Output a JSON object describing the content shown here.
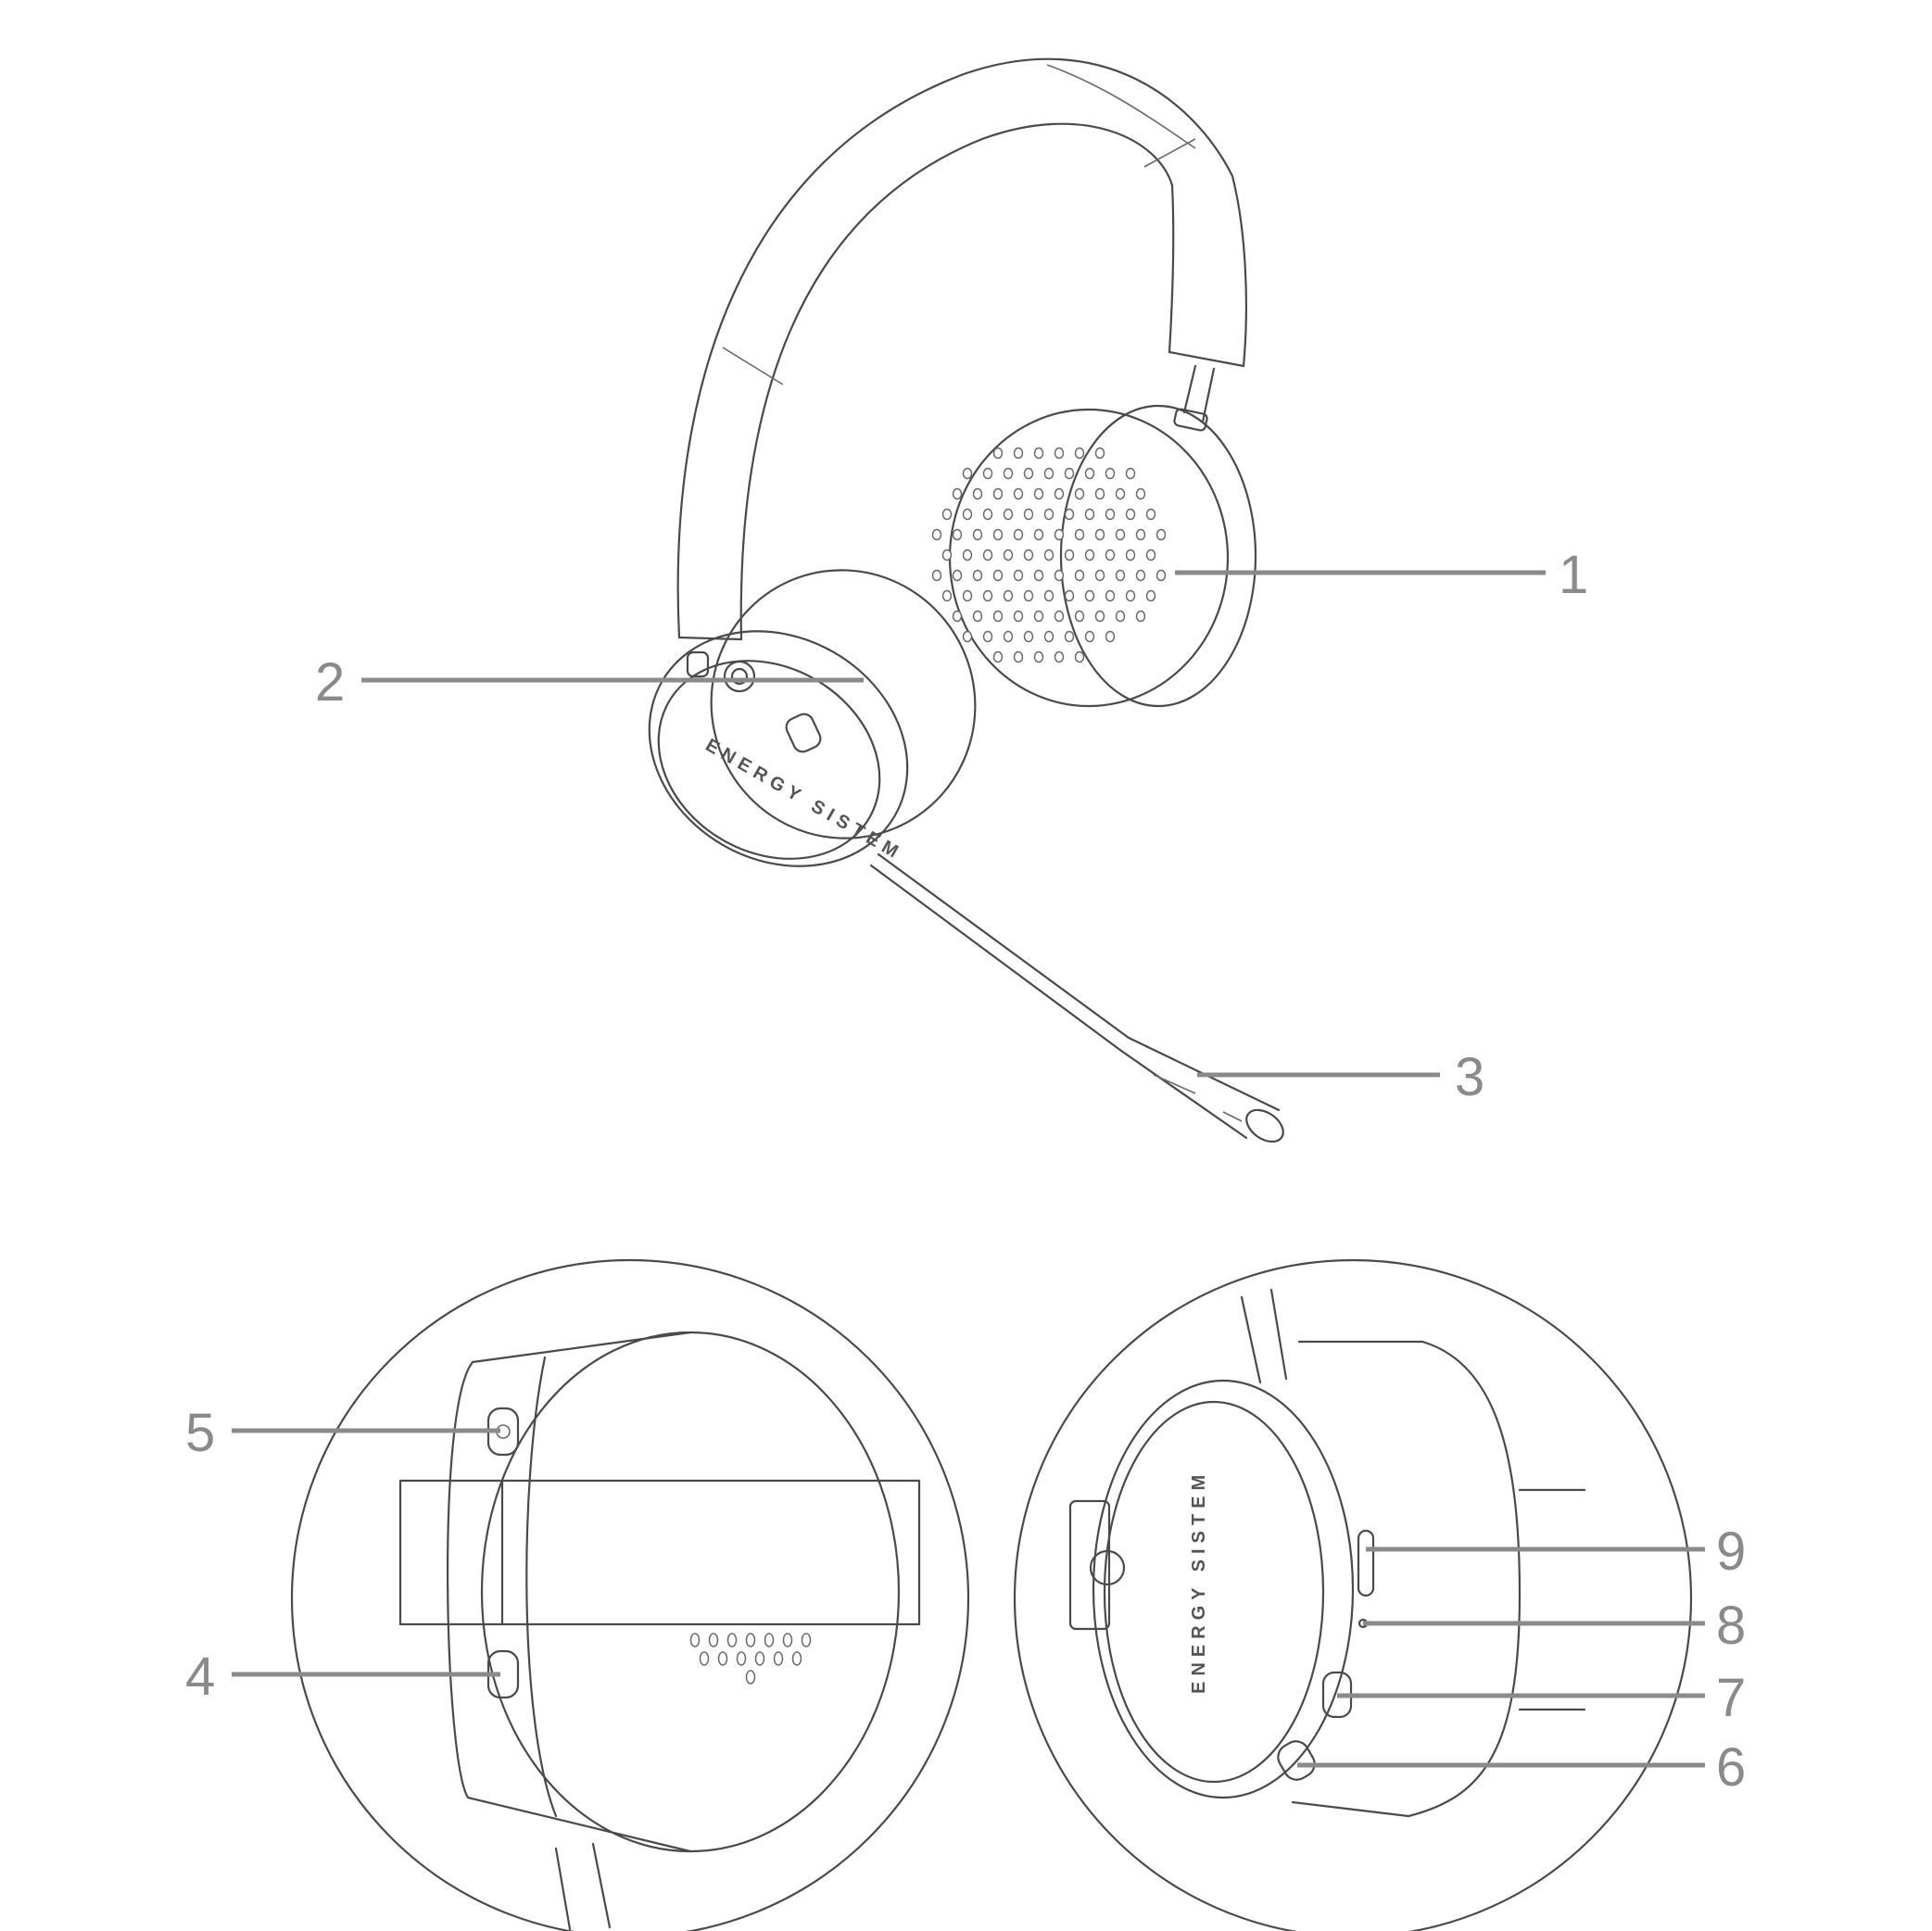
{
  "callouts": [
    {
      "id": "c1",
      "label": "1"
    },
    {
      "id": "c2",
      "label": "2"
    },
    {
      "id": "c3",
      "label": "3"
    },
    {
      "id": "c4",
      "label": "4"
    },
    {
      "id": "c5",
      "label": "5"
    },
    {
      "id": "c6",
      "label": "6"
    },
    {
      "id": "c7",
      "label": "7"
    },
    {
      "id": "c8",
      "label": "8"
    },
    {
      "id": "c9",
      "label": "9"
    }
  ],
  "brand": {
    "wordmark": "ENERGY SISTEM"
  },
  "colors": {
    "line": "#4a4a4a",
    "leader": "#8a8a8a",
    "background": "#ffffff"
  }
}
